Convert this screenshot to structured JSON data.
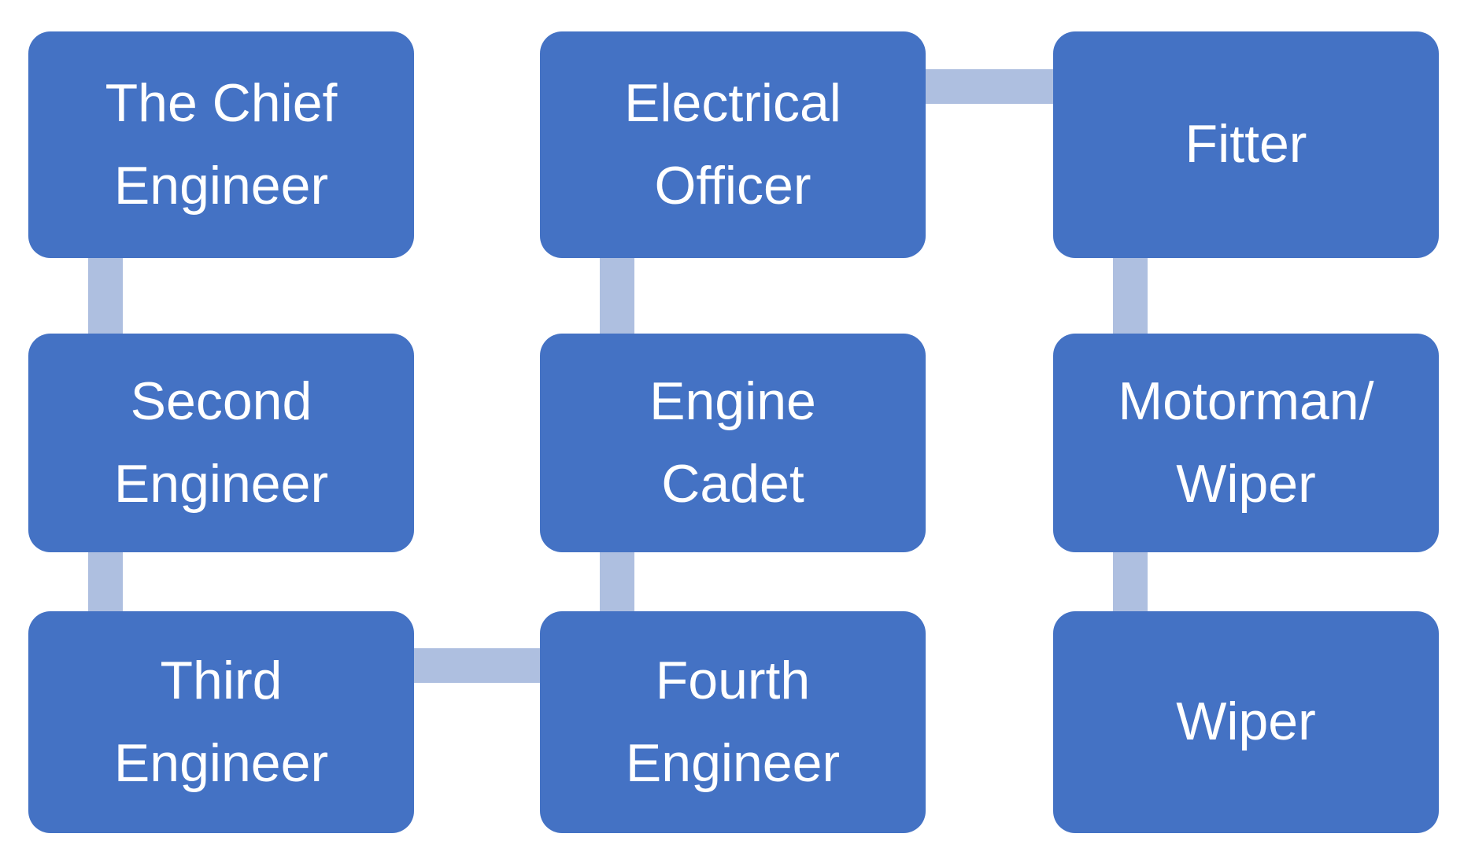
{
  "diagram": {
    "type": "org-chart",
    "colors": {
      "background": "#FFFFFF",
      "node_fill": "#4472C4",
      "node_text": "#FFFFFF",
      "connector": "#AEBFE0"
    },
    "nodes": [
      {
        "id": "chief-engineer",
        "label": "The Chief\nEngineer"
      },
      {
        "id": "second-engineer",
        "label": "Second\nEngineer"
      },
      {
        "id": "third-engineer",
        "label": "Third\nEngineer"
      },
      {
        "id": "electrical-officer",
        "label": "Electrical\nOfficer"
      },
      {
        "id": "engine-cadet",
        "label": "Engine\nCadet"
      },
      {
        "id": "fourth-engineer",
        "label": "Fourth\nEngineer"
      },
      {
        "id": "fitter",
        "label": "Fitter"
      },
      {
        "id": "motorman-wiper",
        "label": "Motorman/\nWiper"
      },
      {
        "id": "wiper",
        "label": "Wiper"
      }
    ],
    "connections": [
      {
        "from": "chief-engineer",
        "to": "second-engineer",
        "orientation": "vertical"
      },
      {
        "from": "second-engineer",
        "to": "third-engineer",
        "orientation": "vertical"
      },
      {
        "from": "electrical-officer",
        "to": "fitter",
        "orientation": "horizontal"
      },
      {
        "from": "electrical-officer",
        "to": "engine-cadet",
        "orientation": "vertical"
      },
      {
        "from": "engine-cadet",
        "to": "fourth-engineer",
        "orientation": "vertical"
      },
      {
        "from": "third-engineer",
        "to": "fourth-engineer",
        "orientation": "horizontal"
      },
      {
        "from": "fitter",
        "to": "motorman-wiper",
        "orientation": "vertical"
      },
      {
        "from": "motorman-wiper",
        "to": "wiper",
        "orientation": "vertical"
      }
    ]
  }
}
